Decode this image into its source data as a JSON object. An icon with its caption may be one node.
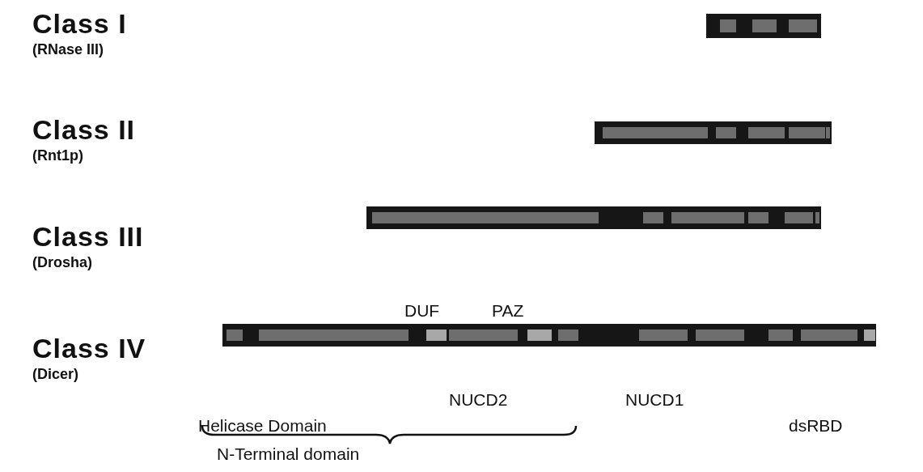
{
  "diagram": {
    "labels": [
      "Class I",
      "(RNase III)",
      "Class II",
      "(Rnt1p)",
      "Class III",
      "(Drosha)",
      "DUF",
      "PAZ",
      "Class IV",
      "(Dicer)",
      "NUCD2",
      "NUCD1",
      "Helicase Domain",
      "dsRBD",
      "N-Terminal domain"
    ]
  }
}
